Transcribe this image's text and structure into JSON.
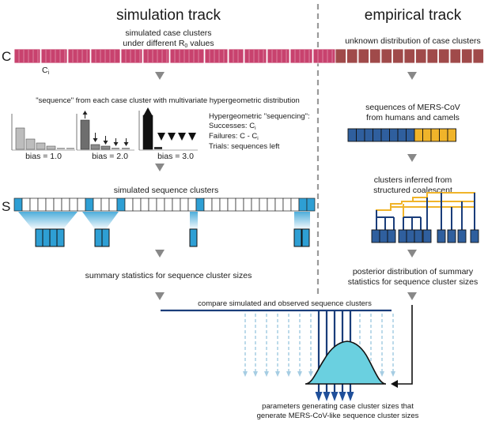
{
  "titles": {
    "simulation": "simulation track",
    "empirical": "empirical track"
  },
  "simulation": {
    "case_clusters_line1": "simulated case clusters",
    "case_clusters_line2_prefix": "under different R",
    "case_clusters_line2_sub": "0",
    "case_clusters_line2_suffix": " values",
    "row_label_C": "C",
    "cluster_label_prefix": "C",
    "cluster_label_sub": "i",
    "sequence_step": "\"sequence\" from each case cluster with multivariate hypergeometric distribution",
    "hypergeo": {
      "title": "Hypergeometric \"sequencing\":",
      "successes_prefix": "Successes: C",
      "successes_sub": "i",
      "failures_prefix": "Failures: C - C",
      "failures_sub": "i",
      "trials": "Trials: sequences left"
    },
    "bias_labels": [
      "bias = 1.0",
      "bias = 2.0",
      "bias = 3.0"
    ],
    "seq_clusters_label": "simulated sequence clusters",
    "row_label_S": "S",
    "summary_stats": "summary statistics for sequence cluster sizes"
  },
  "empirical": {
    "unknown_dist": "unknown distribution of case clusters",
    "sequences_line1": "sequences of MERS-CoV",
    "sequences_line2": "from humans and camels",
    "clusters_line1": "clusters inferred from",
    "clusters_line2": "structured coalescent",
    "posterior_line1": "posterior distribution of summary",
    "posterior_line2": "statistics for sequence cluster sizes"
  },
  "compare": {
    "label": "compare simulated and observed sequence clusters",
    "result_line1": "parameters generating case cluster sizes that",
    "result_line2": "generate MERS-CoV-like sequence cluster sizes"
  },
  "colors": {
    "case_red": "#c8426e",
    "emp_red": "#a04a4a",
    "seq_blue": "#2e9fd4",
    "dark_blue": "#1a3d7a",
    "light_blue": "#a6cde3",
    "yellow": "#f0b42a",
    "cyan_fill": "#6ad0e0",
    "arrow_gray": "#888888"
  }
}
